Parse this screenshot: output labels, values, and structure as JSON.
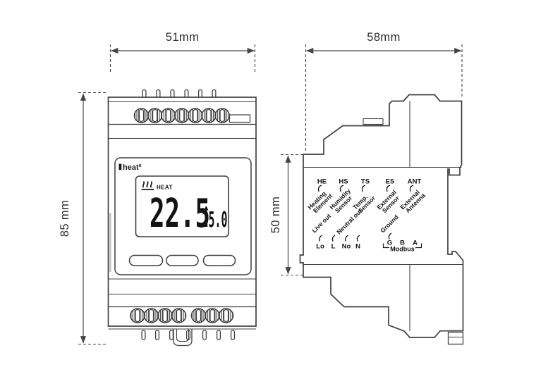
{
  "colors": {
    "background": "#ffffff",
    "device_line": "#3f3f3f",
    "dimension_line": "#454545",
    "label_text": "#141414",
    "dim_text": "#2e2e2e"
  },
  "front_view": {
    "width_dim": "51mm",
    "height_dim": "85 mm",
    "logo": {
      "word": "heat",
      "sup": "it"
    },
    "lcd": {
      "heat_label": "HEAT",
      "current_temp": "22.5",
      "setpoint_temp": "25.0",
      "up_icon": "▲"
    }
  },
  "side_view": {
    "width_dim": "58mm",
    "height_dim": "50 mm",
    "connectors": [
      {
        "code": "HE",
        "line1": "Heating",
        "line2": "Element"
      },
      {
        "code": "HS",
        "line1": "Humidity",
        "line2": "Sensor"
      },
      {
        "code": "TS",
        "line1": "Temp.",
        "line2": "Sensor"
      },
      {
        "code": "ES",
        "line1": "External",
        "line2": "Sensor"
      },
      {
        "code": "ANT",
        "line1": "External",
        "line2": "Antenna"
      }
    ],
    "wiring": {
      "live_out_label": "Live out",
      "neutral_out_label": "Neutral out",
      "ground_label": "Ground",
      "terminals": [
        "Lo",
        "L",
        "No",
        "N"
      ],
      "modbus_terminals": [
        "G",
        "B",
        "A"
      ],
      "modbus_label": "Modbus"
    }
  }
}
